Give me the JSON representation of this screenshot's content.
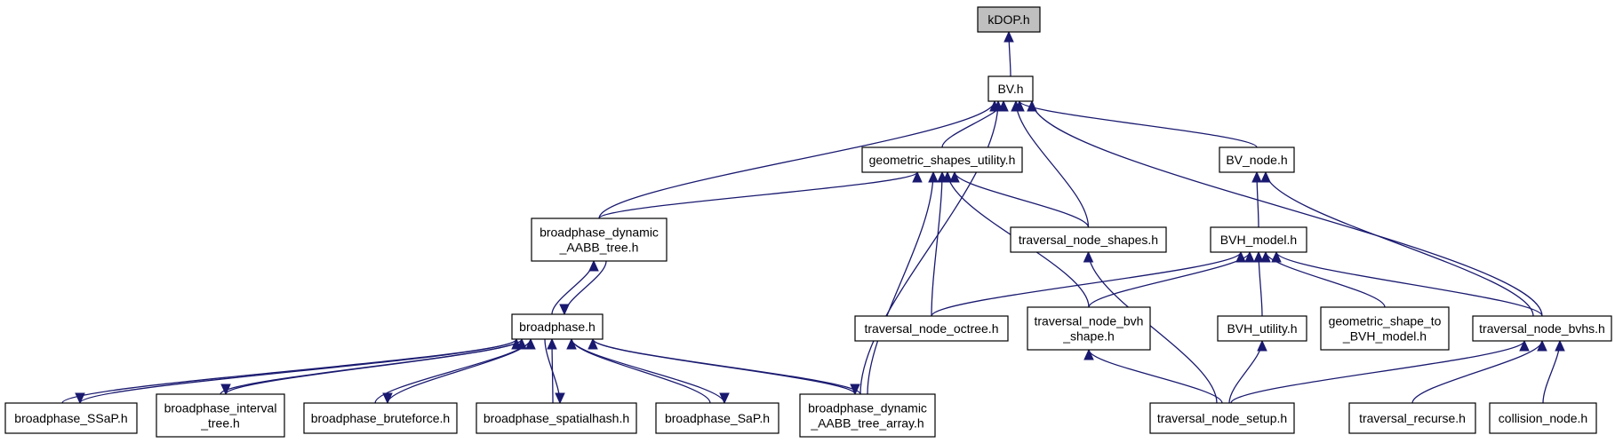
{
  "graph": {
    "edge_color": "#191970",
    "root_fill": "#bfbfbf",
    "nodes": {
      "kdop": [
        "kDOP.h"
      ],
      "bv": [
        "BV.h"
      ],
      "gsu": [
        "geometric_shapes_utility.h"
      ],
      "bvnode": [
        "BV_node.h"
      ],
      "bdat": [
        "broadphase_dynamic",
        "_AABB_tree.h"
      ],
      "tns": [
        "traversal_node_shapes.h"
      ],
      "bvhmodel": [
        "BVH_model.h"
      ],
      "bp": [
        "broadphase.h"
      ],
      "tno": [
        "traversal_node_octree.h"
      ],
      "tnbvhshape": [
        "traversal_node_bvh",
        "_shape.h"
      ],
      "bvhutil": [
        "BVH_utility.h"
      ],
      "gstbvh": [
        "geometric_shape_to",
        "_BVH_model.h"
      ],
      "tnbvhs": [
        "traversal_node_bvhs.h"
      ],
      "ssap": [
        "broadphase_SSaP.h"
      ],
      "bit": [
        "broadphase_interval",
        "_tree.h"
      ],
      "bbf": [
        "broadphase_bruteforce.h"
      ],
      "bsh": [
        "broadphase_spatialhash.h"
      ],
      "bsap": [
        "broadphase_SaP.h"
      ],
      "bdata": [
        "broadphase_dynamic",
        "_AABB_tree_array.h"
      ],
      "tnsetup": [
        "traversal_node_setup.h"
      ],
      "tr": [
        "traversal_recurse.h"
      ],
      "cn": [
        "collision_node.h"
      ]
    }
  }
}
